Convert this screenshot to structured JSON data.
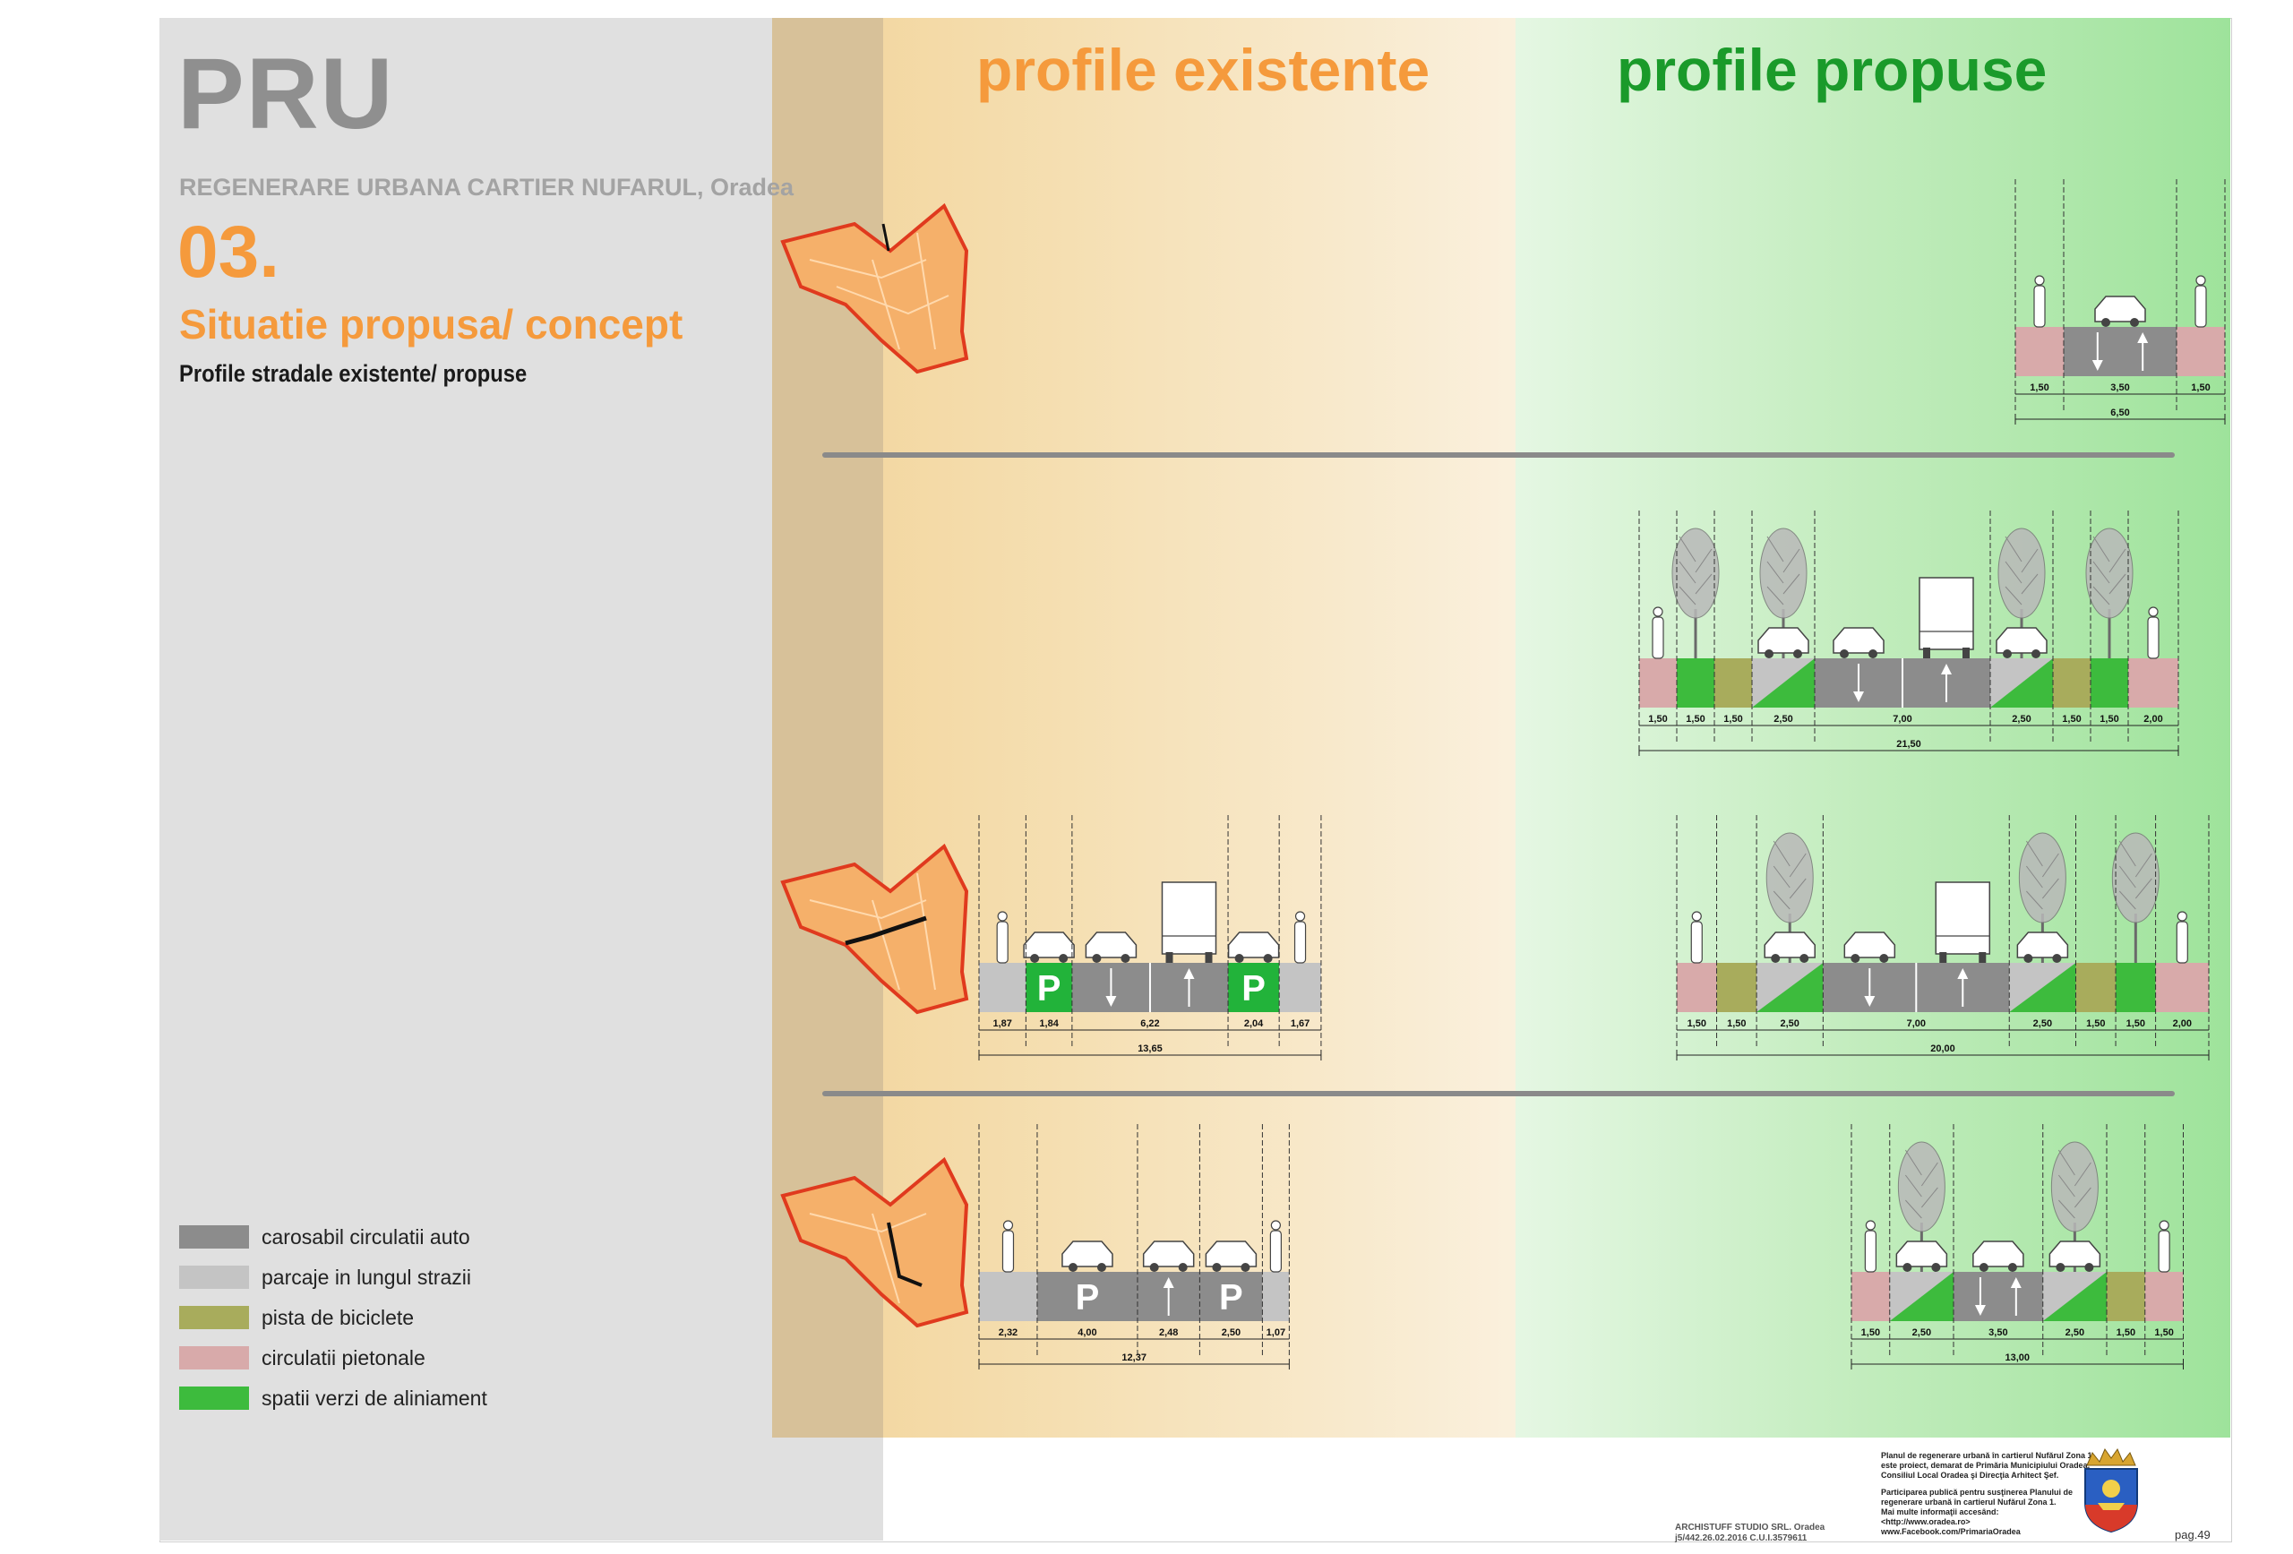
{
  "header": {
    "pru": "PRU",
    "subtitle": "REGENERARE URBANA CARTIER NUFARUL, Oradea",
    "number": "03.",
    "concept": "Situatie propusa/ concept",
    "profiles_sub": "Profile stradale existente/ propuse"
  },
  "bands": {
    "existing_title": "profile existente",
    "proposed_title": "profile propuse"
  },
  "legend": [
    {
      "label": "carosabil circulatii auto",
      "color": "#8c8c8c"
    },
    {
      "label": "parcaje in lungul strazii",
      "color": "#c4c4c4"
    },
    {
      "label": "pista de biciclete",
      "color": "#a8ac5c"
    },
    {
      "label": "circulatii pietonale",
      "color": "#d8aaaa"
    },
    {
      "label": "spatii verzi de aliniament",
      "color": "#3dbb3d"
    }
  ],
  "colors": {
    "road": "#8c8c8c",
    "parking": "#c4c4c4",
    "bike": "#a8ac5c",
    "pedestrian": "#d8aaaa",
    "green": "#3dbb3d",
    "park_green": "#22b33a",
    "accent_orange": "#f59a3c",
    "accent_green": "#1a9a2a"
  },
  "profiles": [
    {
      "id": "p1-proposed",
      "segments": [
        {
          "w": "1,50",
          "type": "pedestrian"
        },
        {
          "w": "3,50",
          "type": "road"
        },
        {
          "w": "1,50",
          "type": "pedestrian"
        }
      ],
      "total": "6,50"
    },
    {
      "id": "p2-proposed",
      "segments": [
        {
          "w": "1,50",
          "type": "pedestrian"
        },
        {
          "w": "1,50",
          "type": "green"
        },
        {
          "w": "1,50",
          "type": "bike"
        },
        {
          "w": "2,50",
          "type": "green-parking"
        },
        {
          "w": "7,00",
          "type": "road"
        },
        {
          "w": "2,50",
          "type": "green-parking"
        },
        {
          "w": "1,50",
          "type": "bike"
        },
        {
          "w": "1,50",
          "type": "green"
        },
        {
          "w": "2,00",
          "type": "pedestrian"
        }
      ],
      "total": "21,50"
    },
    {
      "id": "p3-existing",
      "segments": [
        {
          "w": "1,87",
          "type": "parking"
        },
        {
          "w": "1,84",
          "type": "park-green"
        },
        {
          "w": "6,22",
          "type": "road"
        },
        {
          "w": "2,04",
          "type": "park-green"
        },
        {
          "w": "1,67",
          "type": "parking"
        }
      ],
      "total": "13,65"
    },
    {
      "id": "p3-proposed",
      "segments": [
        {
          "w": "1,50",
          "type": "pedestrian"
        },
        {
          "w": "1,50",
          "type": "bike"
        },
        {
          "w": "2,50",
          "type": "green-parking"
        },
        {
          "w": "7,00",
          "type": "road"
        },
        {
          "w": "2,50",
          "type": "green-parking"
        },
        {
          "w": "1,50",
          "type": "bike"
        },
        {
          "w": "1,50",
          "type": "green"
        },
        {
          "w": "2,00",
          "type": "pedestrian"
        }
      ],
      "total": "20,00"
    },
    {
      "id": "p4-existing",
      "segments": [
        {
          "w": "2,32",
          "type": "parking"
        },
        {
          "w": "4,00",
          "type": "road-park"
        },
        {
          "w": "2,48",
          "type": "road"
        },
        {
          "w": "2,50",
          "type": "road-park"
        },
        {
          "w": "1,07",
          "type": "parking"
        }
      ],
      "total": "12,37"
    },
    {
      "id": "p4-proposed",
      "segments": [
        {
          "w": "1,50",
          "type": "pedestrian"
        },
        {
          "w": "2,50",
          "type": "green-parking"
        },
        {
          "w": "3,50",
          "type": "road"
        },
        {
          "w": "2,50",
          "type": "green-parking"
        },
        {
          "w": "1,50",
          "type": "bike"
        },
        {
          "w": "1,50",
          "type": "pedestrian"
        }
      ],
      "total": "13,00"
    }
  ],
  "parking_letter": "P",
  "footer": {
    "description": "Planul de regenerare urbană în cartierul Nufărul Zona 1 este proiect, demarat de Primăria Municipiului Oradea, Consiliul Local Oradea şi Direcţia Arhitect Şef.",
    "participation": "Participarea publică pentru susţinerea Planului de regenerare urbană în cartierul Nufărul Zona 1.",
    "more_info": "Mai multe informaţii accesând:",
    "link1": "<http://www.oradea.ro>",
    "link2": "www.Facebook.com/PrimariaOradea",
    "studio": "ARCHISTUFF STUDIO SRL. Oradea",
    "studio_ref": "j5/442.26.02.2016 C.U.I.3579611",
    "page": "pag.49"
  }
}
